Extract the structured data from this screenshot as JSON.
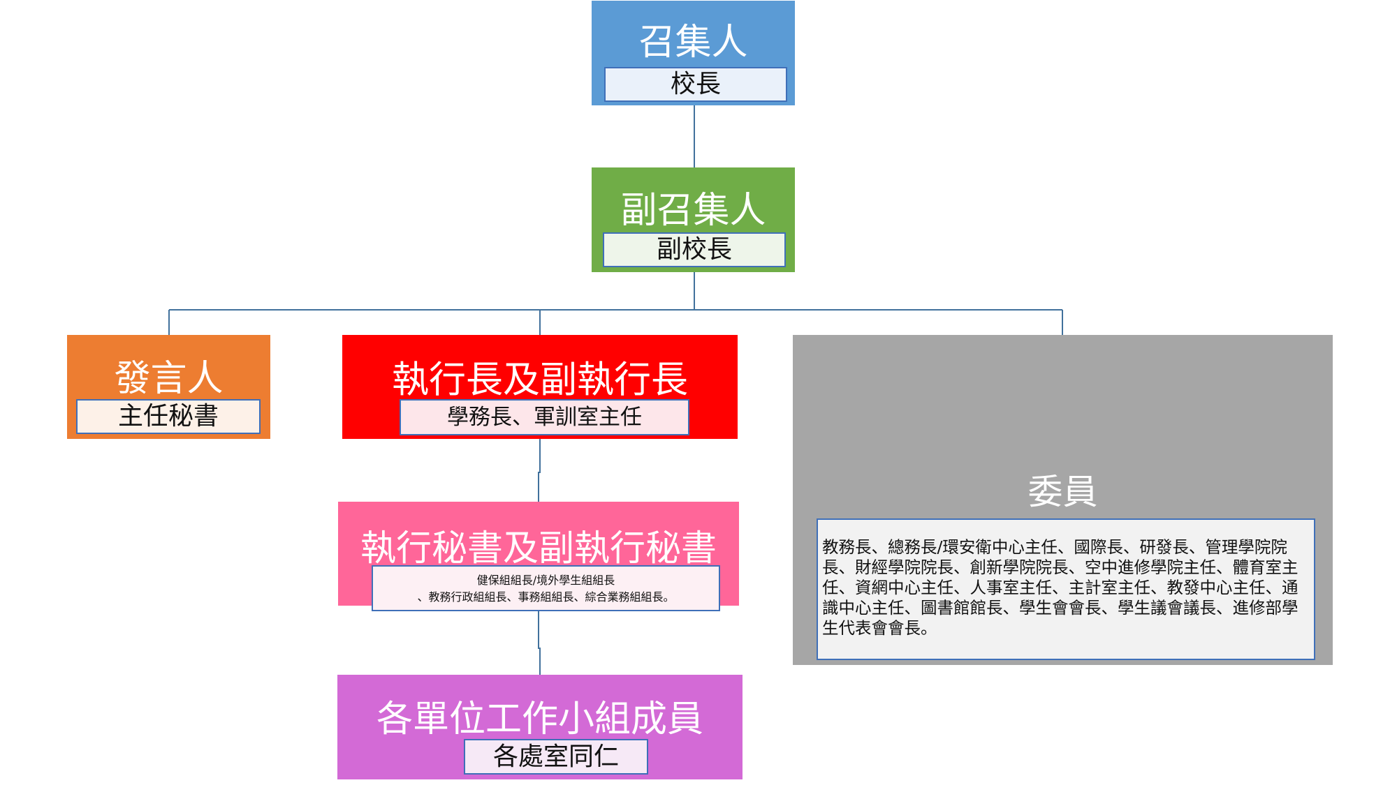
{
  "nodes": {
    "convener": {
      "title": "召集人",
      "role": "校長"
    },
    "deputy_convener": {
      "title": "副召集人",
      "role": "副校長"
    },
    "spokesperson": {
      "title": "發言人",
      "role": "主任秘書"
    },
    "executive": {
      "title": "執行長及副執行長",
      "role": "學務長、軍訓室主任"
    },
    "executive_secretary": {
      "title": "執行秘書及副執行秘書",
      "role_line1": "健保組組長/境外學生組組長",
      "role_line2": "、教務行政組組長、事務組組長、綜合業務組組長。"
    },
    "work_group": {
      "title": "各單位工作小組成員",
      "role": "各處室同仁"
    },
    "committee": {
      "title": "委員",
      "role": "教務長、總務長/環安衛中心主任、國際長、研發長、管理學院院長、財經學院院長、創新學院院長、空中進修學院主任、體育室主任、資網中心主任、人事室主任、主計室主任、教發中心主任、通識中心主任、圖書館館長、學生會會長、學生議會議長、進修部學生代表會會長。"
    }
  },
  "colors": {
    "convener": "#5b9bd5",
    "deputy_convener": "#70ad47",
    "spokesperson": "#ed7d31",
    "executive": "#ff0000",
    "executive_secretary": "#ff6699",
    "work_group": "#d36ad6",
    "committee": "#a6a6a6",
    "connector": "#41719c"
  }
}
